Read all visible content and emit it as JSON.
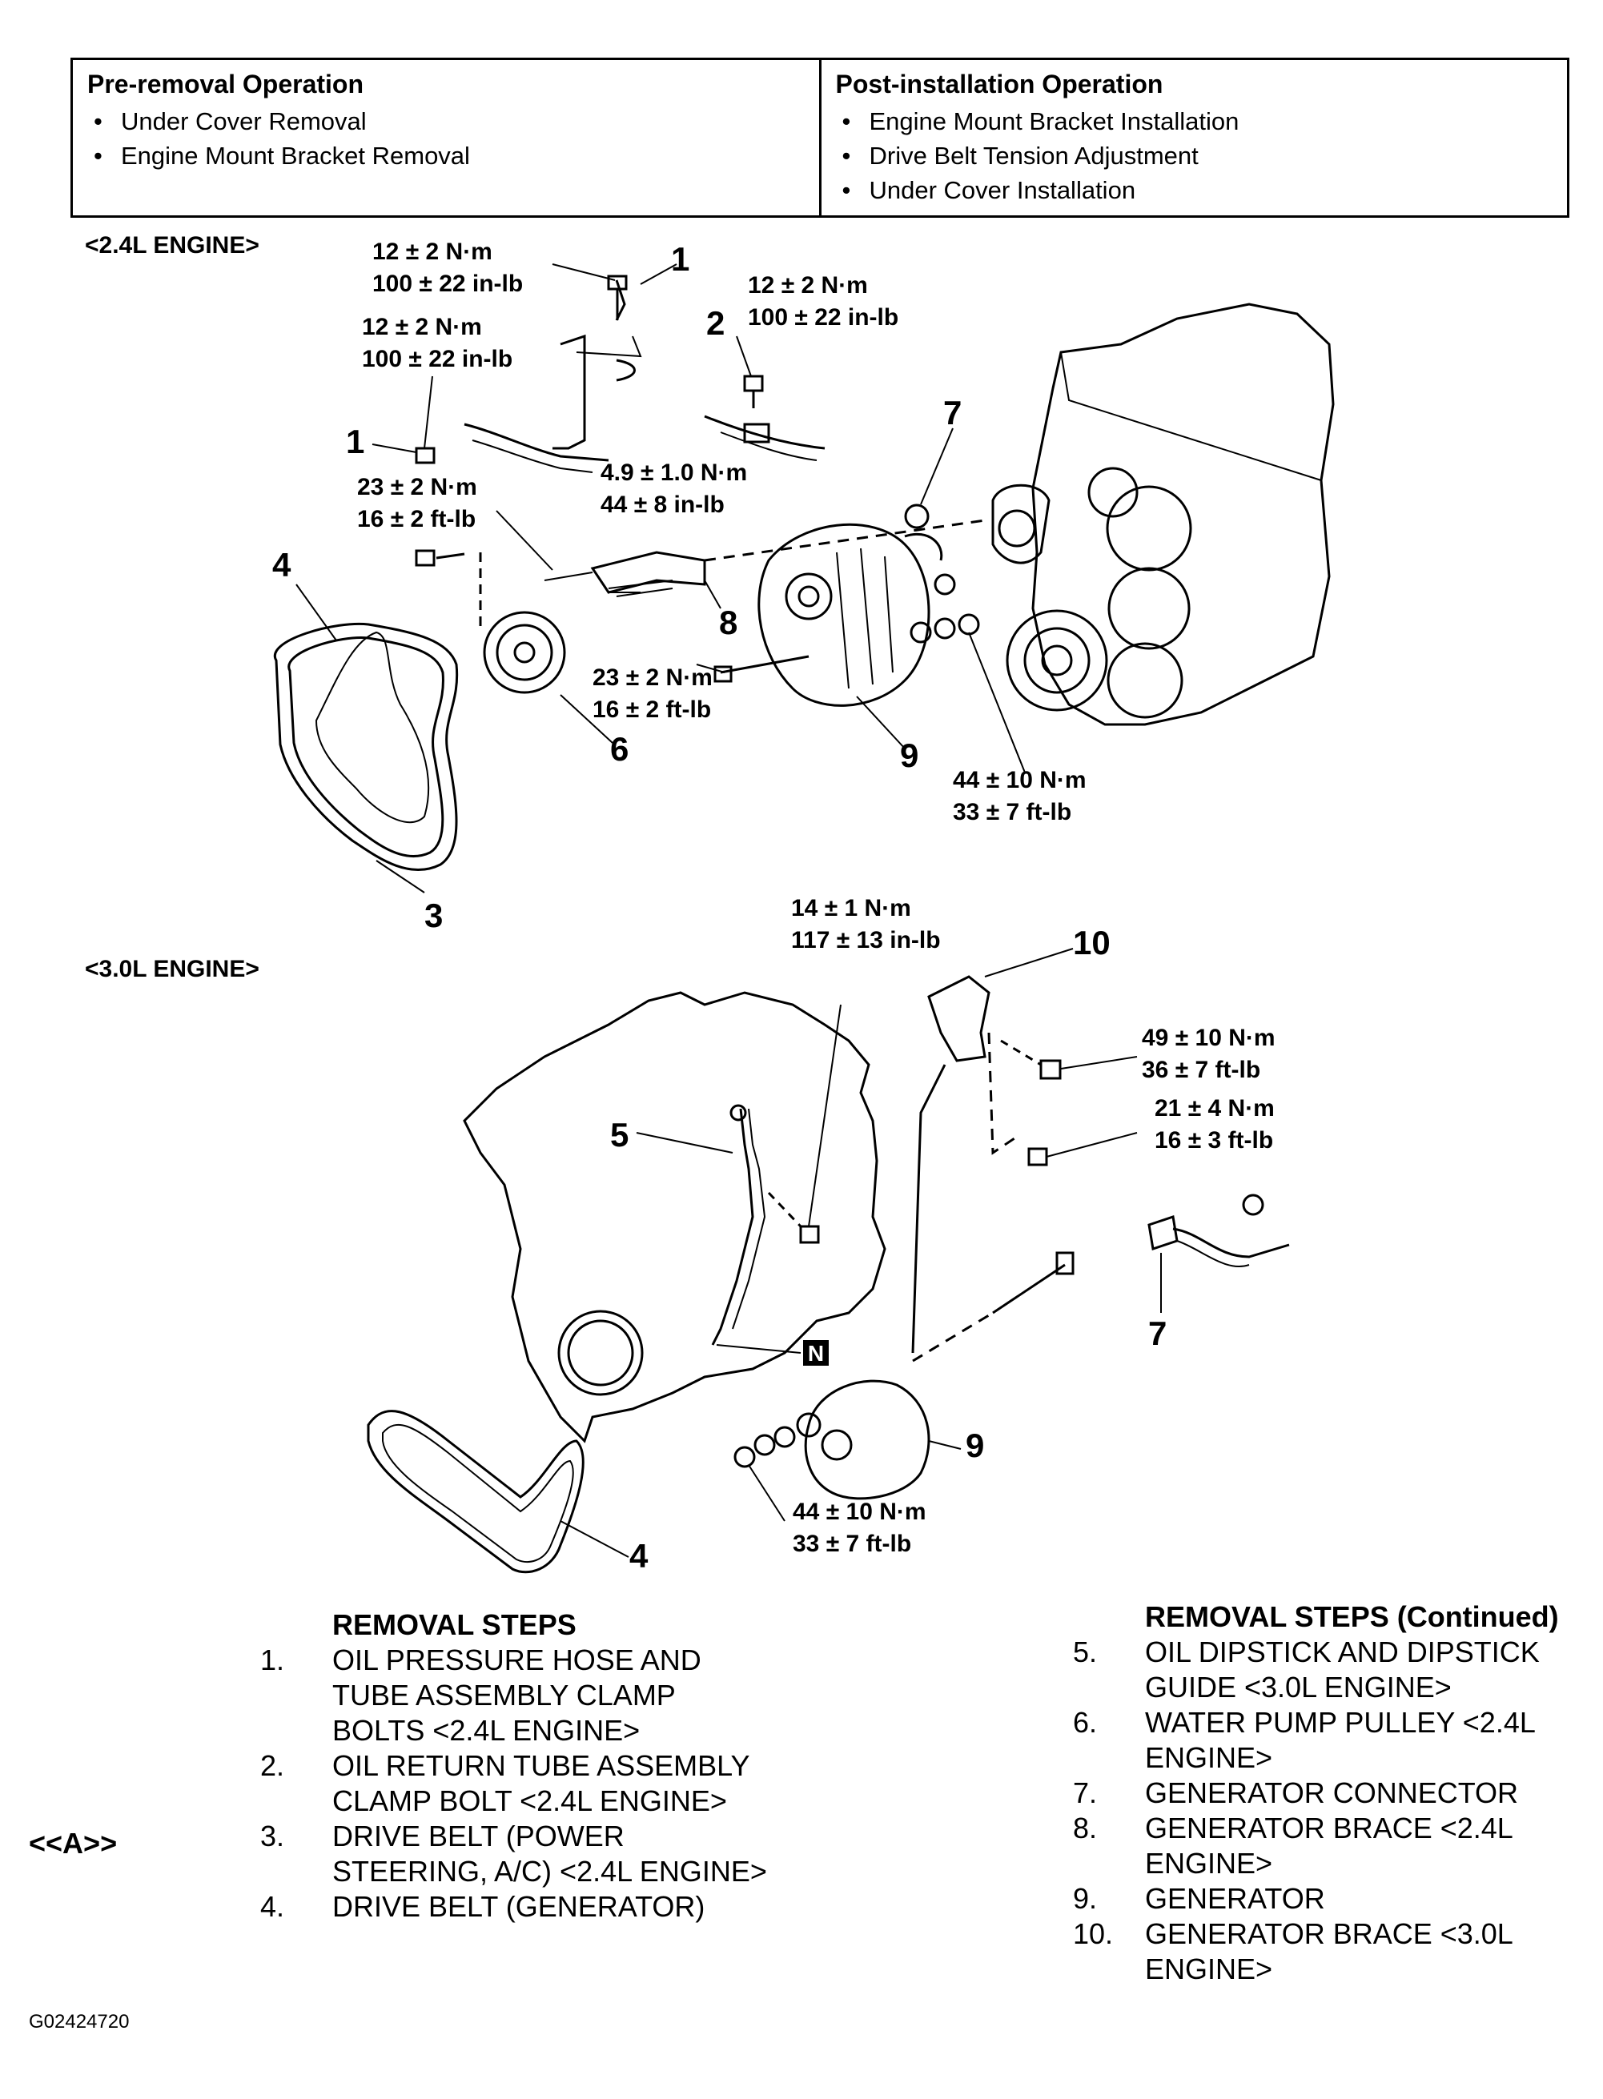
{
  "ops_table": {
    "pre_title": "Pre-removal Operation",
    "pre_items": [
      "Under Cover Removal",
      "Engine Mount Bracket Removal"
    ],
    "post_title": "Post-installation Operation",
    "post_items": [
      "Engine Mount Bracket Installation",
      "Drive Belt Tension Adjustment",
      "Under Cover Installation"
    ]
  },
  "engine_24": {
    "label": "<2.4L ENGINE>",
    "callouts": {
      "c1a": "1",
      "c1b": "1",
      "c2": "2",
      "c3": "3",
      "c4": "4",
      "c6": "6",
      "c7": "7",
      "c8": "8",
      "c9": "9"
    },
    "torques": {
      "t1a_1": "12 ± 2 N·m",
      "t1a_2": "100 ± 22 in-lb",
      "t1b_1": "12 ± 2 N·m",
      "t1b_2": "100 ± 22 in-lb",
      "t2_1": "12 ± 2 N·m",
      "t2_2": "100 ± 22 in-lb",
      "t_brace_1": "4.9 ± 1.0 N·m",
      "t_brace_2": "44 ± 8 in-lb",
      "t_pulley_1": "23 ± 2 N·m",
      "t_pulley_2": "16 ± 2 ft-lb",
      "t_gen_bolt_1": "23 ± 2 N·m",
      "t_gen_bolt_2": "16 ± 2 ft-lb",
      "t_gen_nut_1": "44 ± 10 N·m",
      "t_gen_nut_2": "33 ± 7 ft-lb"
    }
  },
  "engine_30": {
    "label": "<3.0L ENGINE>",
    "callouts": {
      "c4": "4",
      "c5": "5",
      "c7": "7",
      "c9": "9",
      "c10": "10",
      "n_box": "N"
    },
    "torques": {
      "t_dip_1": "14 ± 1 N·m",
      "t_dip_2": "117 ± 13 in-lb",
      "t_brace_a_1": "49 ± 10 N·m",
      "t_brace_a_2": "36 ± 7 ft-lb",
      "t_brace_b_1": "21 ± 4 N·m",
      "t_brace_b_2": "16 ± 3 ft-lb",
      "t_gen_1": "44 ± 10 N·m",
      "t_gen_2": "33 ± 7 ft-lb"
    }
  },
  "removal_steps": {
    "title": "REMOVAL STEPS",
    "steps": [
      {
        "num": "1.",
        "lines": [
          "OIL PRESSURE HOSE AND",
          "TUBE ASSEMBLY CLAMP",
          "BOLTS <2.4L ENGINE>"
        ]
      },
      {
        "num": "2.",
        "lines": [
          "OIL RETURN TUBE ASSEMBLY",
          "CLAMP BOLT <2.4L ENGINE>"
        ]
      },
      {
        "num": "3.",
        "lines": [
          "DRIVE BELT (POWER",
          "STEERING, A/C) <2.4L ENGINE>"
        ]
      },
      {
        "num": "4.",
        "lines": [
          "DRIVE BELT (GENERATOR)"
        ]
      }
    ]
  },
  "removal_steps_cont": {
    "title": "REMOVAL STEPS (Continued)",
    "steps": [
      {
        "num": "5.",
        "lines": [
          "OIL DIPSTICK AND DIPSTICK",
          "GUIDE <3.0L ENGINE>"
        ]
      },
      {
        "num": "6.",
        "lines": [
          "WATER PUMP PULLEY <2.4L",
          "ENGINE>"
        ]
      },
      {
        "num": "7.",
        "lines": [
          "GENERATOR CONNECTOR"
        ]
      },
      {
        "num": "8.",
        "lines": [
          "GENERATOR BRACE <2.4L",
          "ENGINE>"
        ]
      },
      {
        "num": "9.",
        "lines": [
          "GENERATOR"
        ]
      },
      {
        "num": "10.",
        "lines": [
          "GENERATOR BRACE <3.0L",
          "ENGINE>"
        ]
      }
    ]
  },
  "marker": "<<A>>",
  "figure_id": "G02424720"
}
